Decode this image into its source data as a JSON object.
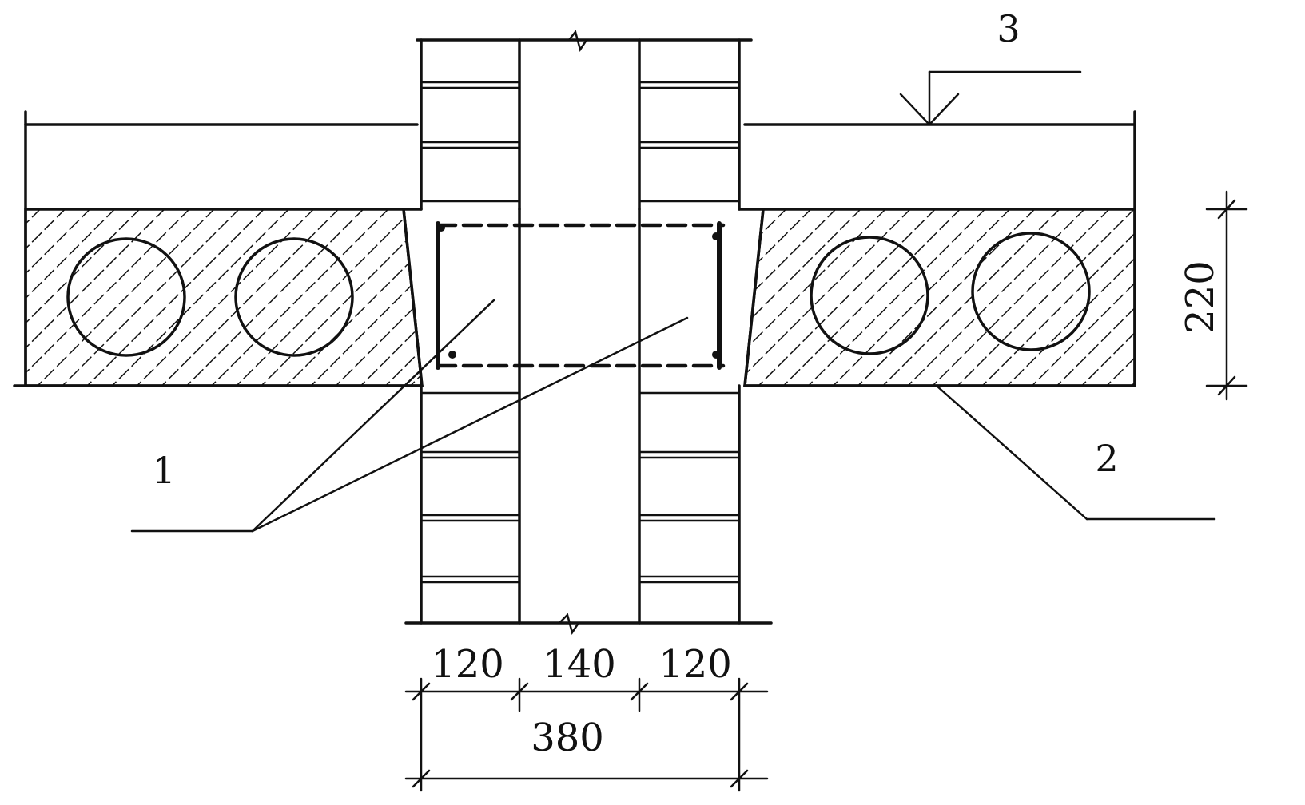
{
  "callouts": {
    "c1": "1",
    "c2": "2",
    "c3": "3"
  },
  "dimensions": {
    "slab_thickness": "220",
    "wythe_left": "120",
    "core": "140",
    "wythe_right": "120",
    "total_width": "380"
  },
  "colors": {
    "ink": "#111111",
    "background": "#ffffff"
  }
}
